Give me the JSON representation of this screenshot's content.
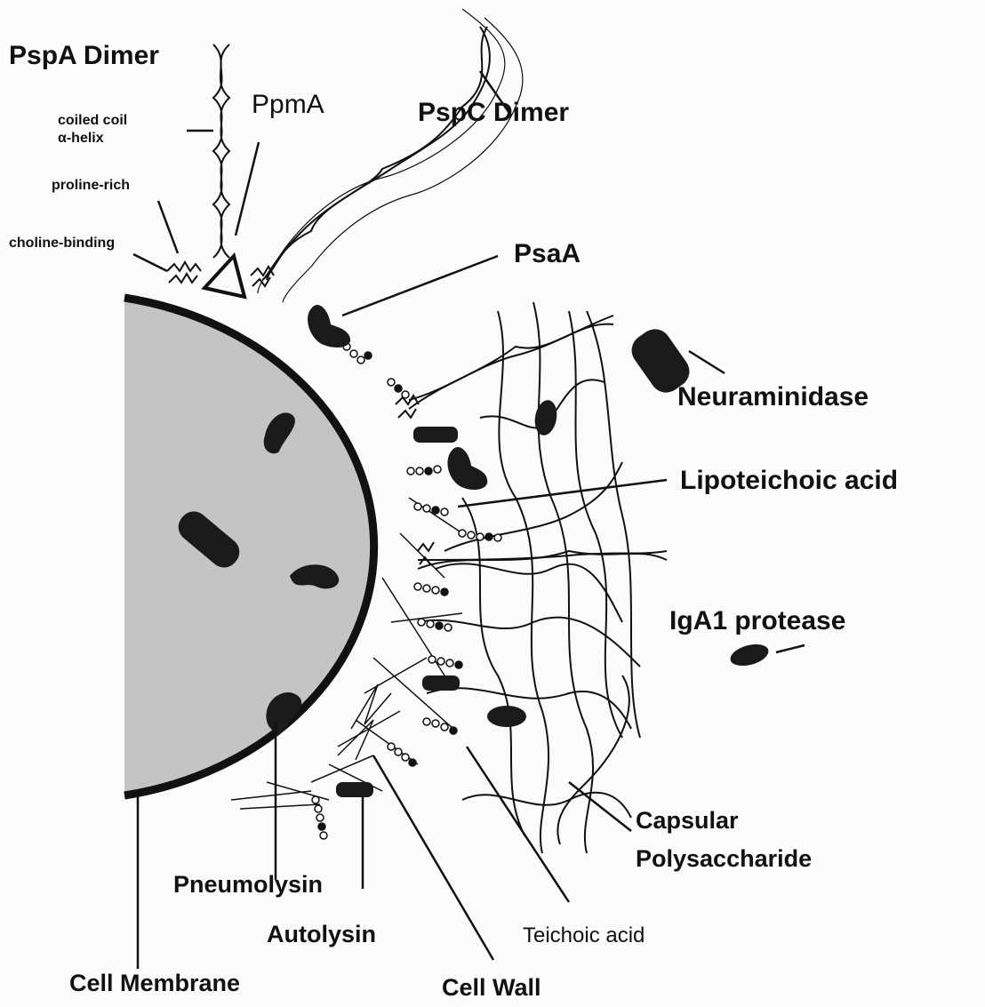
{
  "labels": {
    "pspa_dimer": "PspA  Dimer",
    "coiled_coil": "coiled coil",
    "alpha_helix": "α-helix",
    "proline_rich": "proline-rich",
    "choline_binding": "choline-binding",
    "ppma": "PpmA",
    "pspc_dimer": "PspC  Dimer",
    "psaa": "PsaA",
    "neuraminidase": "Neuraminidase",
    "lipoteichoic_acid": "Lipoteichoic acid",
    "iga1_protease": "IgA1 protease",
    "capsular_line1": "Capsular",
    "capsular_line2": "Polysaccharide",
    "pneumolysin": "Pneumolysin",
    "autolysin": "Autolysin",
    "teichoic_acid": "Teichoic acid",
    "cell_membrane": "Cell Membrane",
    "cell_wall": "Cell Wall"
  },
  "colors": {
    "cytoplasm": "#c4c4c4",
    "membrane": "#111111",
    "protein": "#1a1a1a",
    "background": "#fbfbfb"
  }
}
